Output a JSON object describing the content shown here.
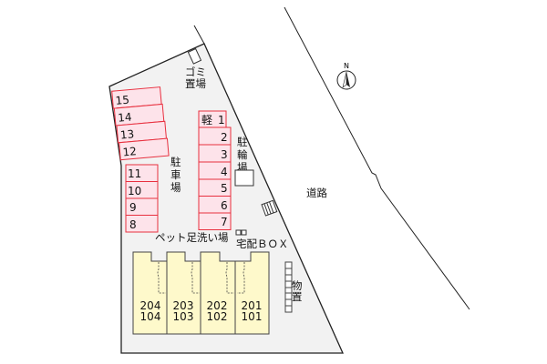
{
  "compass": {
    "label": "N"
  },
  "labels": {
    "garbage": [
      "ゴミ",
      "置場"
    ],
    "parking": [
      "駐",
      "車",
      "場"
    ],
    "bicycle": [
      "駐",
      "輪",
      "場"
    ],
    "road": "道路",
    "pet_wash": "ペット足洗い場",
    "delivery_box": "宅配ＢＯＸ",
    "storage": [
      "物",
      "置"
    ]
  },
  "parking_left_upper": [
    "15",
    "14",
    "13",
    "12"
  ],
  "parking_left_lower": [
    "11",
    "10",
    "9",
    "8"
  ],
  "parking_right": [
    {
      "kei": "軽",
      "num": "1"
    },
    {
      "num": "2"
    },
    {
      "num": "3"
    },
    {
      "num": "4"
    },
    {
      "num": "5"
    },
    {
      "num": "6"
    },
    {
      "num": "7"
    }
  ],
  "units": [
    {
      "upper": "204",
      "lower": "104"
    },
    {
      "upper": "203",
      "lower": "103"
    },
    {
      "upper": "202",
      "lower": "102"
    },
    {
      "upper": "201",
      "lower": "101"
    }
  ],
  "colors": {
    "lot": "#f2f2f2",
    "slot_fill": "#fde3ea",
    "slot_stroke": "#e8303f",
    "unit_fill": "#fef9cb"
  }
}
